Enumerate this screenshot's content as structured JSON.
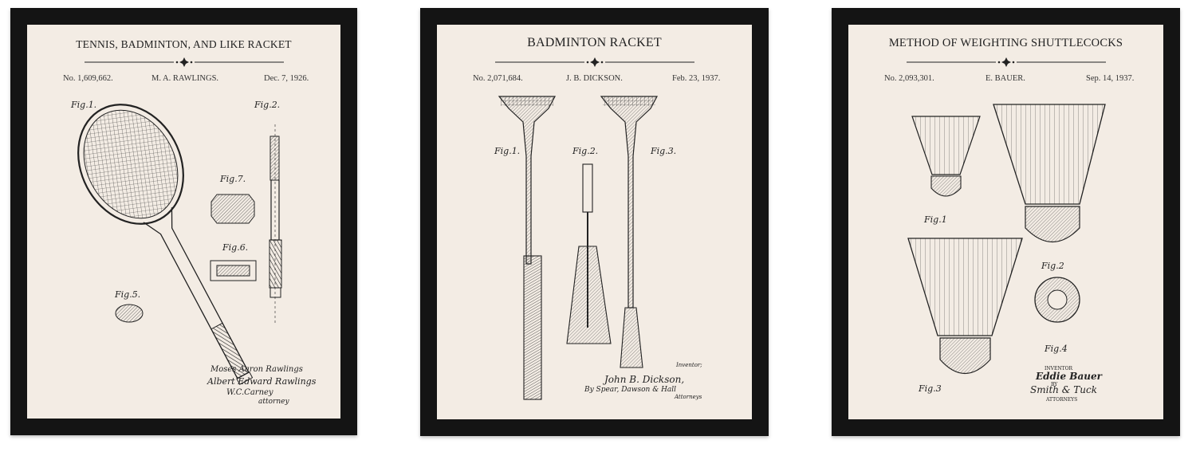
{
  "posters": [
    {
      "title": "TENNIS, BADMINTON, AND LIKE RACKET",
      "inventor": "M. A. RAWLINGS.",
      "patent_no": "No. 1,609,662.",
      "date": "Dec. 7, 1926.",
      "figures": [
        "Fig.1.",
        "Fig.2.",
        "Fig.7.",
        "Fig.6.",
        "Fig.5."
      ],
      "signatures": [
        "Moses Aaron Rawlings",
        "Albert Edward Rawlings",
        "W.C.Carney",
        "attorney"
      ]
    },
    {
      "title": "BADMINTON RACKET",
      "inventor": "J. B. DICKSON.",
      "patent_no": "No. 2,071,684.",
      "date": "Feb. 23, 1937.",
      "figures": [
        "Fig.1.",
        "Fig.2.",
        "Fig.3."
      ],
      "signatures": [
        "John B. Dickson,",
        "By Spear, Dawson & Hall",
        "Inventor;",
        "Attorneys"
      ]
    },
    {
      "title": "METHOD OF WEIGHTING SHUTTLECOCKS",
      "inventor": "E. BAUER.",
      "patent_no": "No. 2,093,301.",
      "date": "Sep. 14, 1937.",
      "figures": [
        "Fig.1",
        "Fig.2",
        "Fig.3",
        "Fig.4"
      ],
      "signatures": [
        "INVENTOR",
        "Eddie Bauer",
        "BY",
        "Smith & Tuck",
        "ATTORNEYS"
      ]
    }
  ],
  "colors": {
    "frame": "#141414",
    "paper": "#f3ece4",
    "ink": "#222222"
  }
}
